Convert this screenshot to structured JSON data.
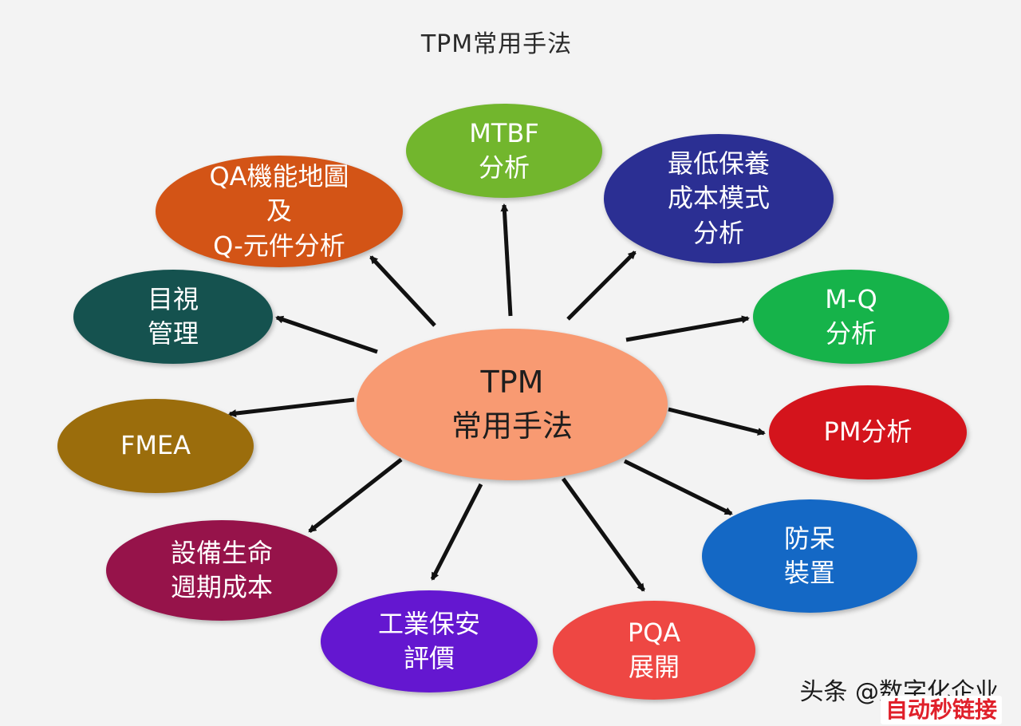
{
  "title": "TPM常用手法",
  "center": {
    "label": "TPM\n常用手法",
    "color": "#f89a72"
  },
  "nodes": [
    {
      "id": "mtbf",
      "label": "MTBF\n分析",
      "color": "#72b62d"
    },
    {
      "id": "min-cost",
      "label": "最低保養\n成本模式\n分析",
      "color": "#2b2f93"
    },
    {
      "id": "mq",
      "label": "M-Q\n分析",
      "color": "#16b34a"
    },
    {
      "id": "pm",
      "label": "PM分析",
      "color": "#d4141c"
    },
    {
      "id": "fool-proof",
      "label": "防呆\n裝置",
      "color": "#1468c5"
    },
    {
      "id": "pqa",
      "label": "PQA\n展開",
      "color": "#ee4743"
    },
    {
      "id": "safety",
      "label": "工業保安\n評價",
      "color": "#6417d0"
    },
    {
      "id": "lifecycle",
      "label": "設備生命\n週期成本",
      "color": "#96134a"
    },
    {
      "id": "fmea",
      "label": "FMEA",
      "color": "#9b6d0c"
    },
    {
      "id": "visual",
      "label": "目視\n管理",
      "color": "#15524f"
    },
    {
      "id": "qa-map",
      "label": "QA機能地圖\n及\nQ-元件分析",
      "color": "#d35416"
    }
  ],
  "watermark": "头条 @数字化企业",
  "badge": "自动秒链接"
}
